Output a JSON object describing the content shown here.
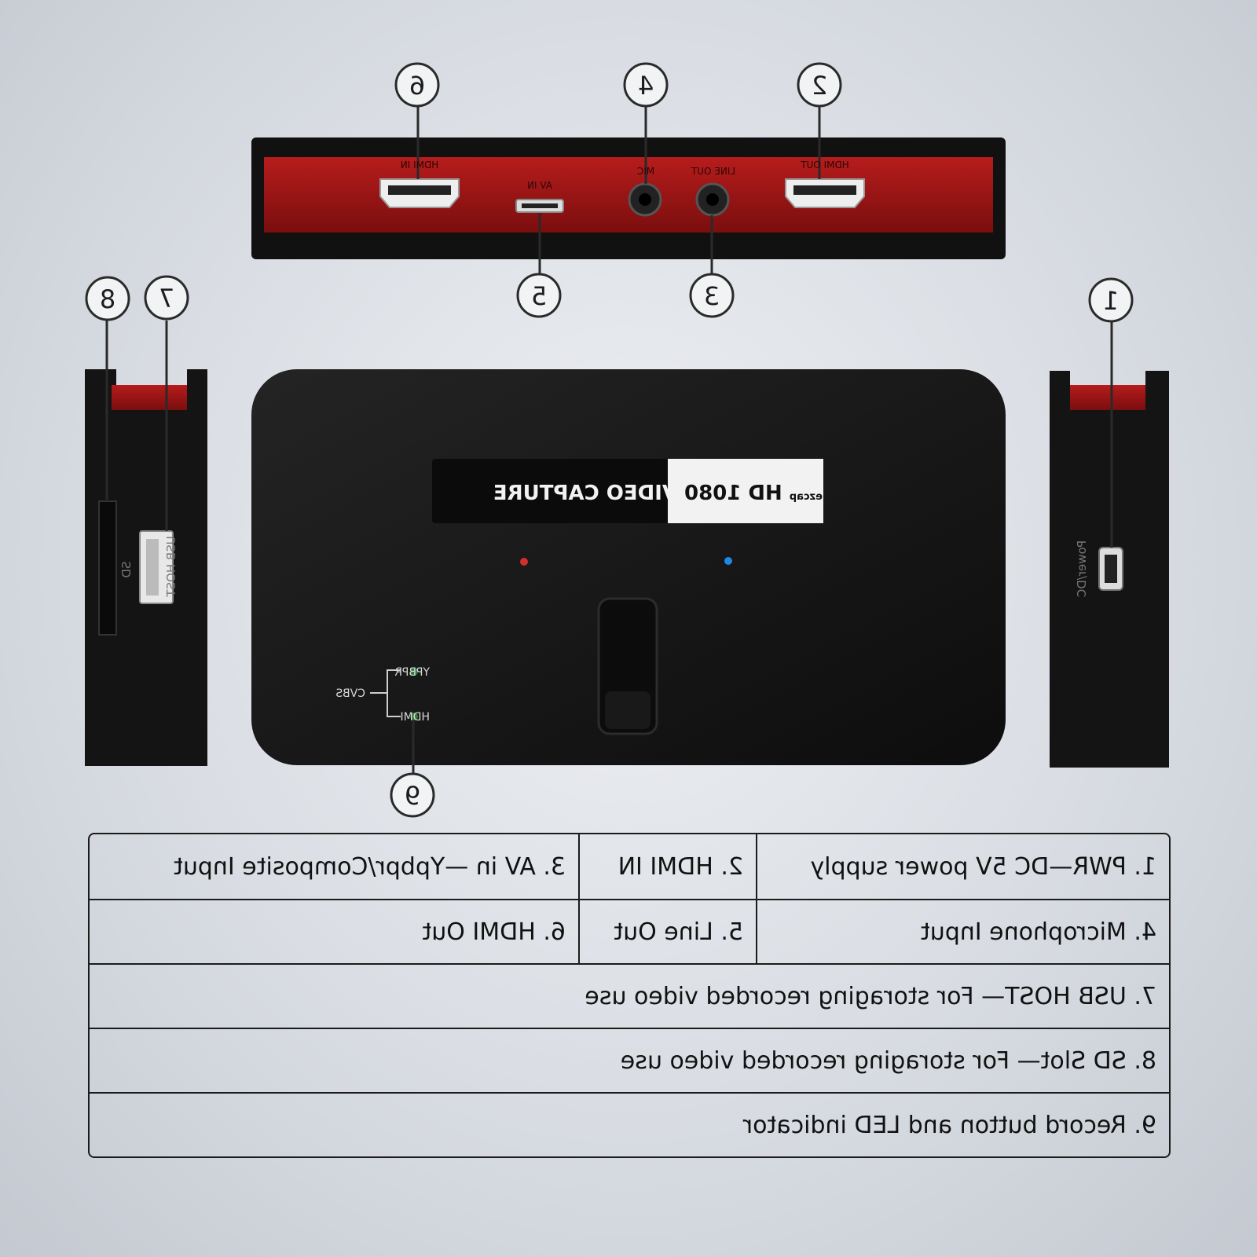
{
  "callouts": [
    "1",
    "2",
    "3",
    "4",
    "5",
    "6",
    "7",
    "8",
    "9"
  ],
  "top_panel": {
    "labels": {
      "hdmi_in": "HDMI IN",
      "av_in": "AV IN",
      "mic": "MIC",
      "line_out": "LINE OUT",
      "hdmi_out": "HDMI OUT"
    }
  },
  "left_side": {
    "usb_label": "USB HOST",
    "sd_label": "SD"
  },
  "right_side": {
    "power_label": "Power/DC"
  },
  "device": {
    "brand": "ezcap",
    "product_a": "HD 1080",
    "product_b": "VIDEO CAPTURE",
    "led_ypbpr": "YPBPR",
    "led_hdmi": "HDMI",
    "led_cvbs": "CVBS"
  },
  "specs": {
    "rows": [
      [
        "1. PWR—DC 5V power supply",
        "2. HDMI IN",
        "3. AV in —Ypbpr/Composite Input"
      ],
      [
        "4. Microphone Input",
        "5. Line Out",
        "6. HDMI Out"
      ],
      [
        "7. USB HOST— For storaging  recorded video use"
      ],
      [
        "8. SD Slot— For storaging  recorded video use"
      ],
      [
        "9. Record button and LED indicator"
      ]
    ]
  },
  "colors": {
    "body": "#151515",
    "red_band": "#9b1515",
    "line": "#2a2a2a"
  }
}
